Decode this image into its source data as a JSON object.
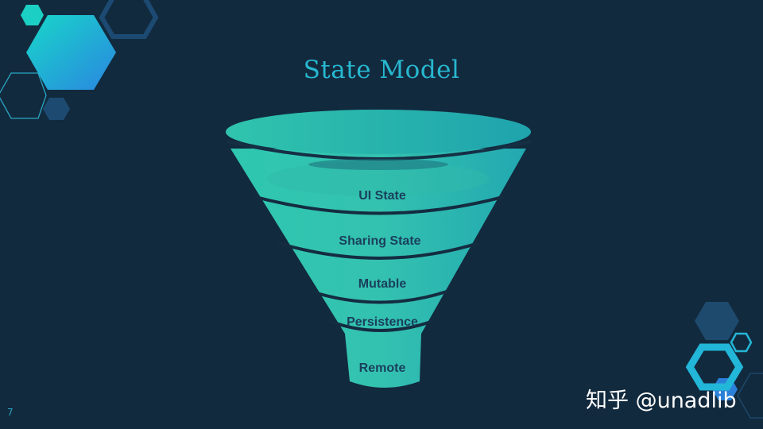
{
  "slide": {
    "title": "State Model",
    "page_number": "7",
    "watermark": "知乎 @unadlib"
  },
  "funnel": {
    "layers": [
      "UI State",
      "Sharing State",
      "Mutable",
      "Persistence",
      "Remote"
    ]
  },
  "colors": {
    "background": "#122a3e",
    "title": "#27b8d0",
    "funnel_teal": "#2ec0ad",
    "hex_navy": "#1e4a6e",
    "hex_cyan": "#25b6d6"
  }
}
